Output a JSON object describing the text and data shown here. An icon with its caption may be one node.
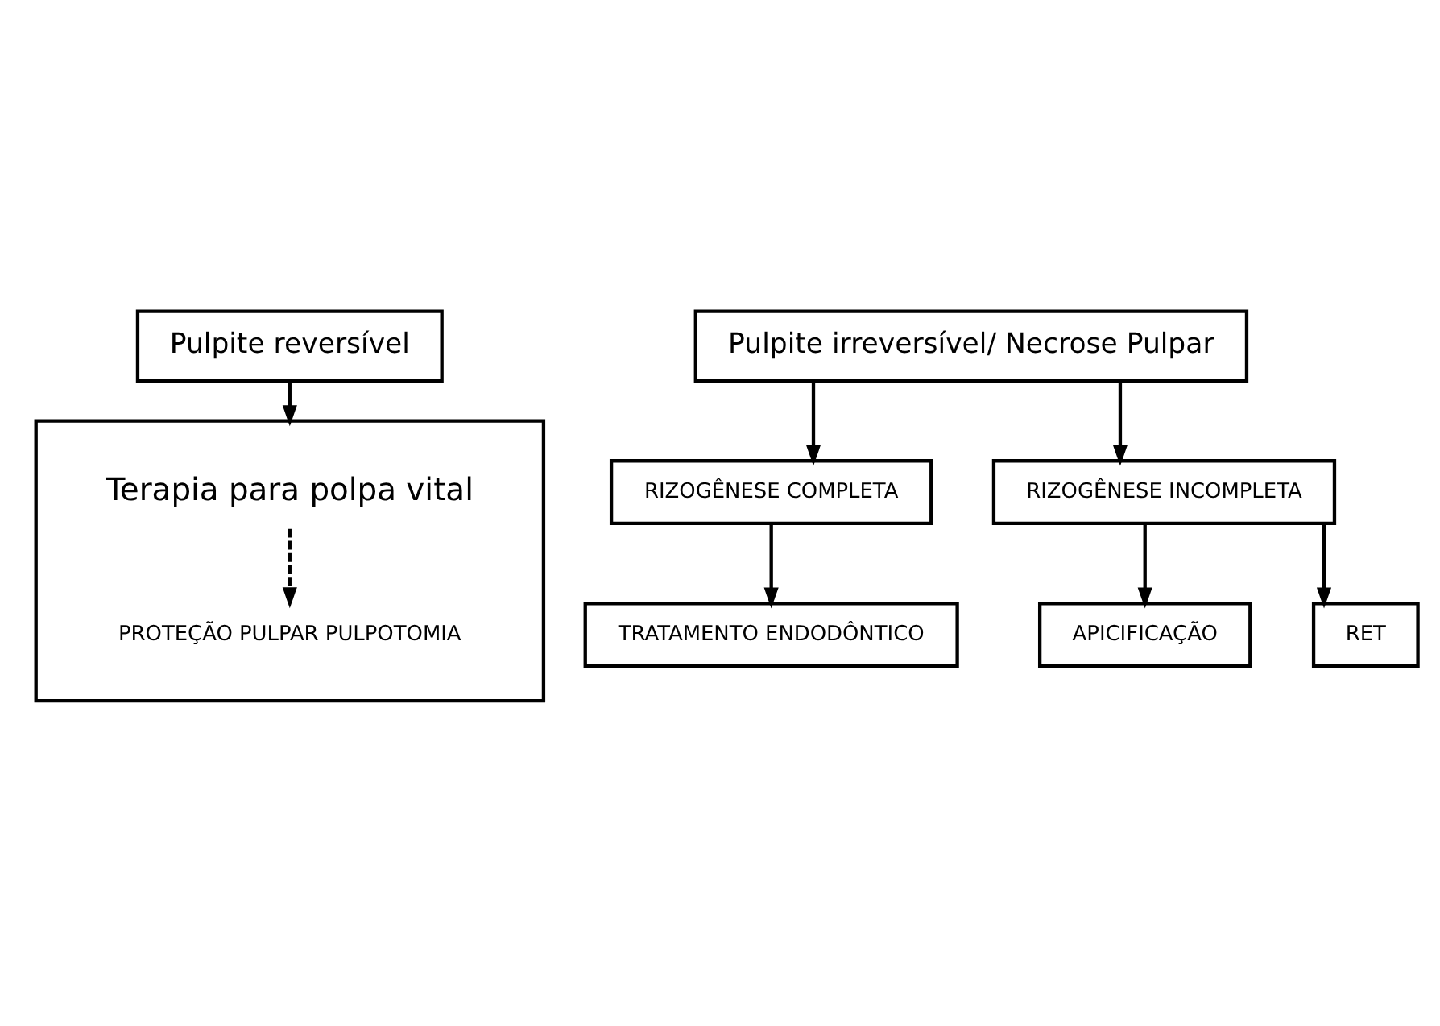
{
  "diagram": {
    "nodes": [
      {
        "text": [
          "Pulpite reversível"
        ]
      },
      {
        "text": [],
        "shape": "box"
      },
      {
        "text": [
          "Terapia para polpa vital"
        ],
        "in": 1
      },
      {
        "text": [
          "PROTEÇÃO PULPAR PULPOTOMIA"
        ],
        "in": 1
      },
      {
        "text": [
          "Pulpite irreversível/ Necrose Pulpar"
        ]
      },
      {
        "text": [
          "RIZOGÊNESE COMPLETA"
        ]
      },
      {
        "text": [
          "RIZOGÊNESE INCOMPLETA"
        ]
      },
      {
        "text": [
          "TRATAMENTO ENDODÔNTICO"
        ]
      },
      {
        "text": [
          "APICIFICAÇÃO"
        ]
      },
      {
        "text": [
          "RET"
        ]
      }
    ],
    "edges": [
      {
        "from": 0,
        "to": 1,
        "arrow": "to"
      },
      {
        "from": 2,
        "to": 3,
        "arrow": "to",
        "style": "dashed"
      },
      {
        "from": 4,
        "to": 5,
        "arrow": "to"
      },
      {
        "from": 4,
        "to": 6,
        "arrow": "to"
      },
      {
        "from": 5,
        "to": 7,
        "arrow": "to"
      },
      {
        "from": 6,
        "to": 8,
        "arrow": "to"
      },
      {
        "from": 6,
        "to": 9,
        "arrow": "to"
      }
    ]
  }
}
